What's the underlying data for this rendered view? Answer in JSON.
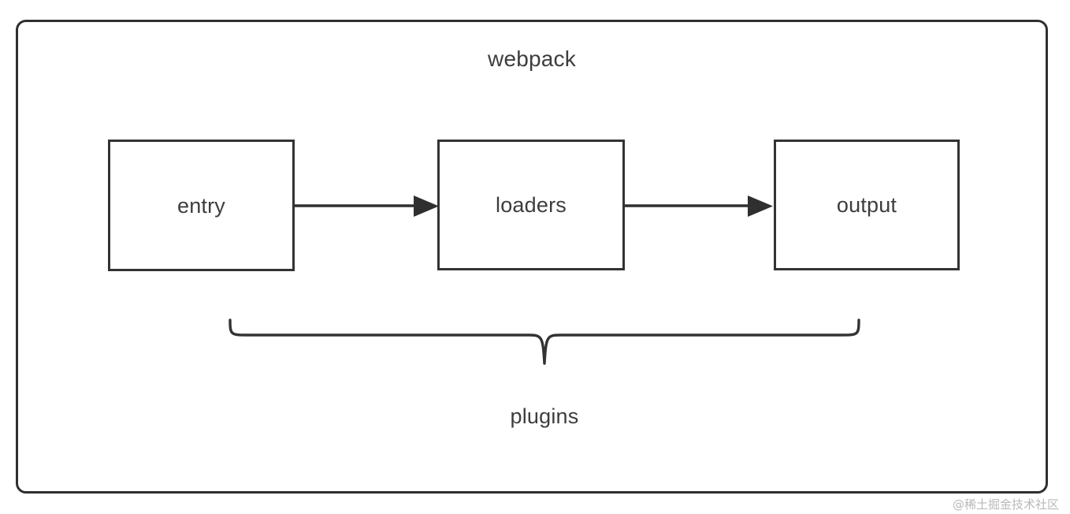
{
  "diagram": {
    "title": "webpack",
    "type": "flow-diagram",
    "frame": {
      "shape": "rounded-rectangle",
      "border_color": "#2f2f2f"
    },
    "stages": [
      {
        "id": "entry",
        "label": "entry"
      },
      {
        "id": "loaders",
        "label": "loaders"
      },
      {
        "id": "output",
        "label": "output"
      }
    ],
    "connections": [
      {
        "from": "entry",
        "to": "loaders",
        "style": "solid-arrow"
      },
      {
        "from": "loaders",
        "to": "output",
        "style": "solid-arrow"
      }
    ],
    "grouping": {
      "brace_label": "plugins",
      "spans": [
        "entry",
        "loaders",
        "output"
      ],
      "brace_direction": "down"
    },
    "colors": {
      "box_border": "#333333",
      "text": "#3d3d3d",
      "arrow": "#2f2f2f",
      "brace": "#333333",
      "background": "#ffffff",
      "watermark": "#b9b9b9"
    }
  },
  "watermark": {
    "text": "@稀土掘金技术社区"
  }
}
